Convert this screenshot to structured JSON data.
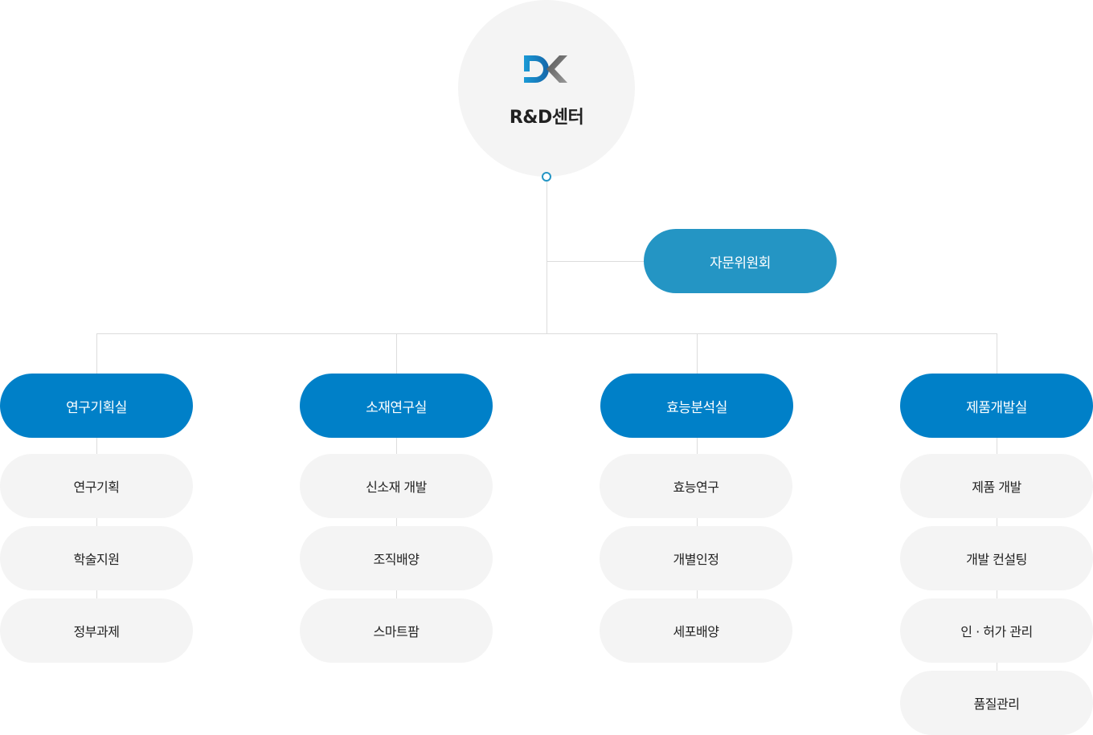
{
  "root": {
    "logo": "DK",
    "title": "R&D센터",
    "circle_color": "#f4f4f4"
  },
  "colors": {
    "advisory": "#2495c4",
    "department": "#0080c8",
    "sub_item_bg": "#f4f4f4",
    "connector": "#dcdcdc"
  },
  "advisory": {
    "label": "자문위원회"
  },
  "departments": [
    {
      "label": "연구기획실",
      "items": [
        {
          "label": "연구기획"
        },
        {
          "label": "학술지원"
        },
        {
          "label": "정부과제"
        }
      ]
    },
    {
      "label": "소재연구실",
      "items": [
        {
          "label": "신소재 개발"
        },
        {
          "label": "조직배양"
        },
        {
          "label": "스마트팜"
        }
      ]
    },
    {
      "label": "효능분석실",
      "items": [
        {
          "label": "효능연구"
        },
        {
          "label": "개별인정"
        },
        {
          "label": "세포배양"
        }
      ]
    },
    {
      "label": "제품개발실",
      "items": [
        {
          "label": "제품 개발"
        },
        {
          "label": "개발 컨설팅"
        },
        {
          "label": "인 · 허가 관리"
        },
        {
          "label": "품질관리"
        }
      ]
    }
  ]
}
